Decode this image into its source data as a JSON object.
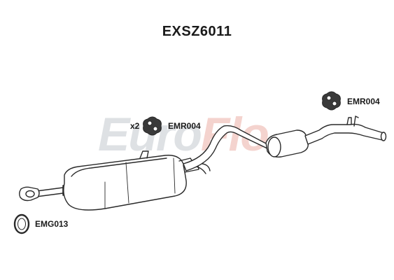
{
  "title": "EXSZ6011",
  "watermark": {
    "part_a": "Euro",
    "part_b": "Flo"
  },
  "parts": [
    {
      "id": "hanger-right",
      "code": "EMR004",
      "qty": ""
    },
    {
      "id": "hanger-left",
      "code": "EMR004",
      "qty": "x2"
    },
    {
      "id": "gasket",
      "code": "EMG013",
      "qty": ""
    }
  ],
  "colors": {
    "outline": "#2a2a2a",
    "part_fill": "#ffffff",
    "rubber": "#3a3a3a",
    "watermark_grey": "#9aa3ad",
    "watermark_red": "#e07a6a"
  }
}
